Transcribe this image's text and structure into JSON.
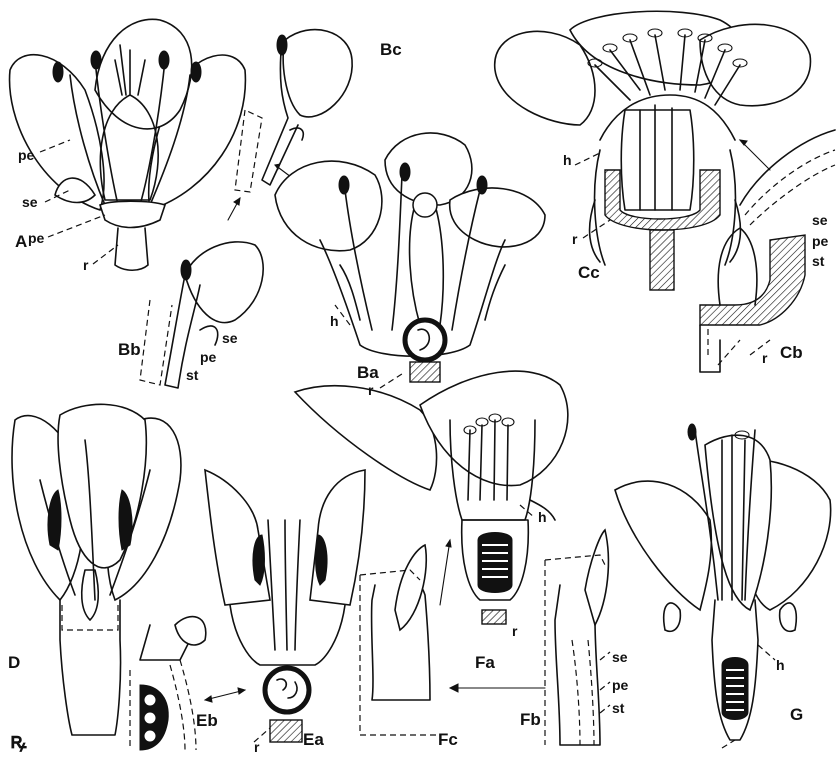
{
  "figure_labels": {
    "A": "A",
    "Ba": "Ba",
    "Bb": "Bb",
    "Bc": "Bc",
    "Cb": "Cb",
    "Cc": "Cc",
    "D": "D",
    "Ea": "Ea",
    "Eb": "Eb",
    "Fa": "Fa",
    "Fb": "Fb",
    "Fc": "Fc",
    "G": "G"
  },
  "part_labels": {
    "pe": "pe",
    "se": "se",
    "r": "r",
    "h": "h",
    "st": "st"
  },
  "signature": "ꝶ"
}
